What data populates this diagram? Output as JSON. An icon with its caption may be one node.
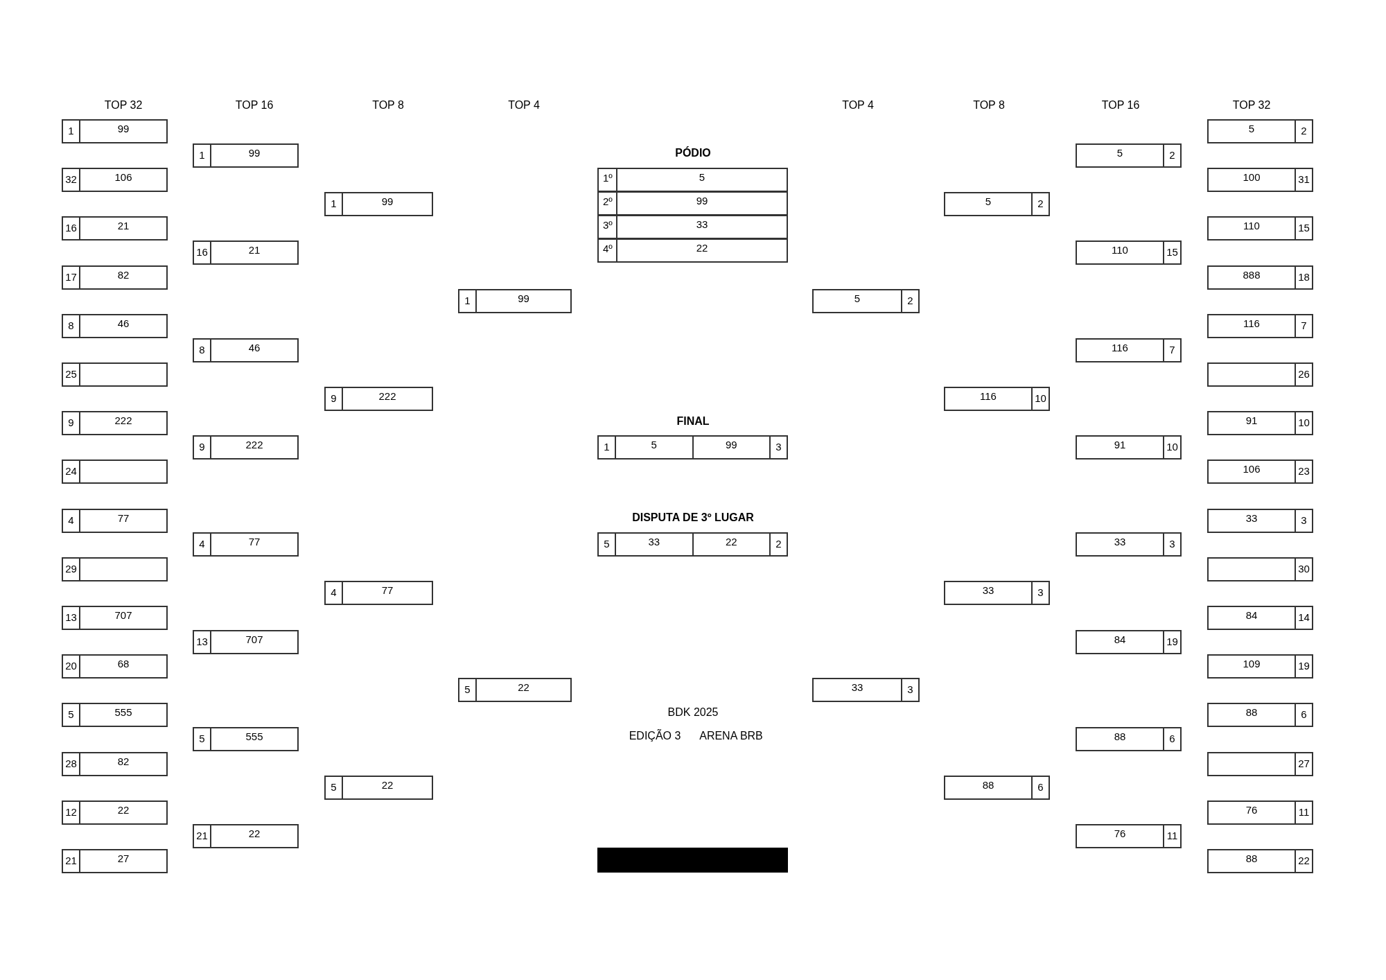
{
  "diagram": {
    "nodes": [
      {
        "text": [
          "1",
          "99"
        ]
      },
      {
        "text": [
          "32",
          "106"
        ]
      },
      {
        "text": [
          "16",
          "21"
        ]
      },
      {
        "text": [
          "17",
          "82"
        ]
      },
      {
        "text": [
          "8",
          "46"
        ]
      },
      {
        "text": [
          "25"
        ]
      },
      {
        "text": [
          "9",
          "222"
        ]
      },
      {
        "text": [
          "24"
        ]
      },
      {
        "text": [
          "4",
          "77"
        ]
      },
      {
        "text": [
          "29"
        ]
      },
      {
        "text": [
          "13",
          "707"
        ]
      },
      {
        "text": [
          "20",
          "68"
        ]
      },
      {
        "text": [
          "5",
          "555"
        ]
      },
      {
        "text": [
          "28",
          "82"
        ]
      },
      {
        "text": [
          "12",
          "22"
        ]
      },
      {
        "text": [
          "21",
          "27"
        ]
      },
      {
        "text": [
          "1",
          "99"
        ]
      },
      {
        "text": [
          "16",
          "21"
        ]
      },
      {
        "text": [
          "8",
          "46"
        ]
      },
      {
        "text": [
          "9",
          "222"
        ]
      },
      {
        "text": [
          "4",
          "77"
        ]
      },
      {
        "text": [
          "13",
          "707"
        ]
      },
      {
        "text": [
          "5",
          "555"
        ]
      },
      {
        "text": [
          "21",
          "22"
        ]
      },
      {
        "text": [
          "1",
          "99"
        ]
      },
      {
        "text": [
          "9",
          "222"
        ]
      },
      {
        "text": [
          "4",
          "77"
        ]
      },
      {
        "text": [
          "5",
          "22"
        ]
      },
      {
        "text": [
          "1",
          "99"
        ]
      },
      {
        "text": [
          "5",
          "22"
        ]
      },
      {
        "text": [
          "1º",
          "5"
        ]
      },
      {
        "text": [
          "2º",
          "99"
        ]
      },
      {
        "text": [
          "3º",
          "33"
        ]
      },
      {
        "text": [
          "4º",
          "22"
        ]
      },
      {
        "text": [
          "1",
          "5",
          "99",
          "3"
        ]
      },
      {
        "text": [
          "5",
          "33",
          "22",
          "2"
        ]
      },
      {
        "text": [
          "5",
          "2"
        ]
      },
      {
        "text": [
          "33",
          "3"
        ]
      },
      {
        "text": [
          "5",
          "2"
        ]
      },
      {
        "text": [
          "116",
          "10"
        ]
      },
      {
        "text": [
          "33",
          "3"
        ]
      },
      {
        "text": [
          "88",
          "6"
        ]
      },
      {
        "text": [
          "5",
          "2"
        ]
      },
      {
        "text": [
          "110",
          "15"
        ]
      },
      {
        "text": [
          "116",
          "7"
        ]
      },
      {
        "text": [
          "91",
          "10"
        ]
      },
      {
        "text": [
          "33",
          "3"
        ]
      },
      {
        "text": [
          "84",
          "19"
        ]
      },
      {
        "text": [
          "88",
          "6"
        ]
      },
      {
        "text": [
          "76",
          "11"
        ]
      },
      {
        "text": [
          "5",
          "2"
        ]
      },
      {
        "text": [
          "100",
          "31"
        ]
      },
      {
        "text": [
          "110",
          "15"
        ]
      },
      {
        "text": [
          "888",
          "18"
        ]
      },
      {
        "text": [
          "116",
          "7"
        ]
      },
      {
        "text": [
          "26"
        ]
      },
      {
        "text": [
          "91",
          "10"
        ]
      },
      {
        "text": [
          "106",
          "23"
        ]
      },
      {
        "text": [
          "33",
          "3"
        ]
      },
      {
        "text": [
          "30"
        ]
      },
      {
        "text": [
          "84",
          "14"
        ]
      },
      {
        "text": [
          "109",
          "19"
        ]
      },
      {
        "text": [
          "88",
          "6"
        ]
      },
      {
        "text": [
          "27"
        ]
      },
      {
        "text": [
          "76",
          "11"
        ]
      },
      {
        "text": [
          "88",
          "22"
        ]
      }
    ],
    "labels": [
      "TOP 32",
      "TOP 16",
      "TOP 8",
      "TOP 4",
      "TOP 4",
      "TOP 8",
      "TOP 16",
      "TOP 32",
      "PÓDIO",
      "FINAL",
      "DISPUTA DE 3º LUGAR",
      "BDK 2025",
      "EDIÇÃO 3",
      "ARENA BRB"
    ]
  }
}
